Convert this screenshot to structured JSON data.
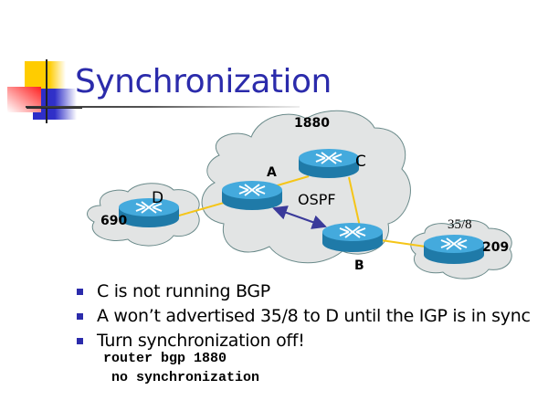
{
  "slide": {
    "title": "Synchronization",
    "accent_color": "#2b2bab"
  },
  "diagram": {
    "clouds": [
      {
        "id": "as1880",
        "label": "1880"
      },
      {
        "id": "as690",
        "label": "690"
      },
      {
        "id": "as209",
        "label": "209"
      }
    ],
    "routers": [
      {
        "id": "A",
        "label": "A"
      },
      {
        "id": "B",
        "label": "B"
      },
      {
        "id": "C",
        "label": "C"
      },
      {
        "id": "D",
        "label": "D"
      },
      {
        "id": "R209",
        "label": ""
      }
    ],
    "protocol_label": "OSPF",
    "prefix_label": "35/8",
    "links": [
      {
        "from": "D",
        "to": "A",
        "type": "ebgp"
      },
      {
        "from": "A",
        "to": "C",
        "type": "igp"
      },
      {
        "from": "C",
        "to": "B",
        "type": "igp"
      },
      {
        "from": "B",
        "to": "R209",
        "type": "ebgp"
      },
      {
        "from": "A",
        "to": "B",
        "type": "ibgp"
      }
    ],
    "colors": {
      "link": "#f5c518",
      "ibgp": "#3a3a9a",
      "cloud_fill": "#e2e4e4",
      "cloud_stroke": "#6a8a8a",
      "router_top": "#44aadd",
      "router_side": "#1f7aa8"
    }
  },
  "bullets": [
    {
      "text": "C is not running BGP"
    },
    {
      "text": "A won’t advertised 35/8 to D until the IGP is in sync"
    },
    {
      "text": "Turn synchronization off!"
    }
  ],
  "code": {
    "line1": "router bgp 1880",
    "line2": " no synchronization"
  }
}
